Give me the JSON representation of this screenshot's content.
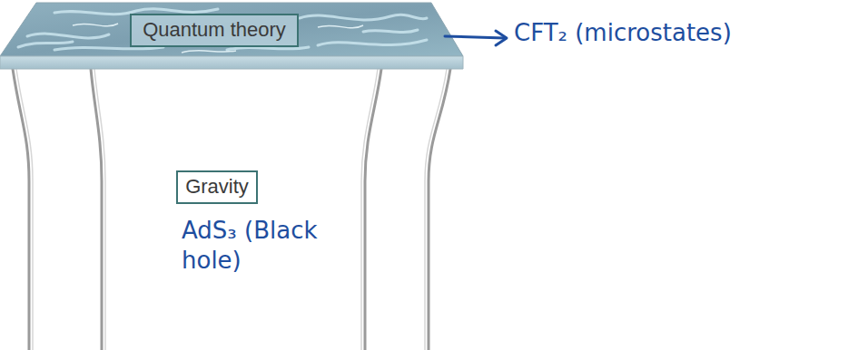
{
  "diagram": {
    "nodes": [
      {
        "text": [
          "Quantum theory"
        ]
      },
      {
        "text": [
          "Gravity"
        ]
      }
    ],
    "labels": [
      "CFT₂ (microstates)",
      "AdS₃ (Black hole)"
    ]
  }
}
